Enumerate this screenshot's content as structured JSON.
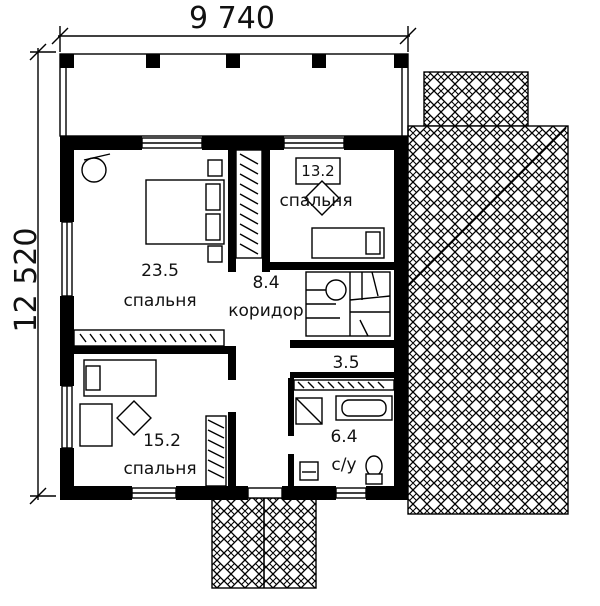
{
  "dimensions": {
    "width_label": "9 740",
    "height_label": "12 520"
  },
  "rooms": [
    {
      "area": "23.5",
      "name": "спальня"
    },
    {
      "area": "13.2",
      "name": "спальня"
    },
    {
      "area": "8.4",
      "name": "коридор"
    },
    {
      "area": "3.5",
      "name": ""
    },
    {
      "area": "6.4",
      "name": "с/у"
    },
    {
      "area": "15.2",
      "name": "спальня"
    }
  ]
}
